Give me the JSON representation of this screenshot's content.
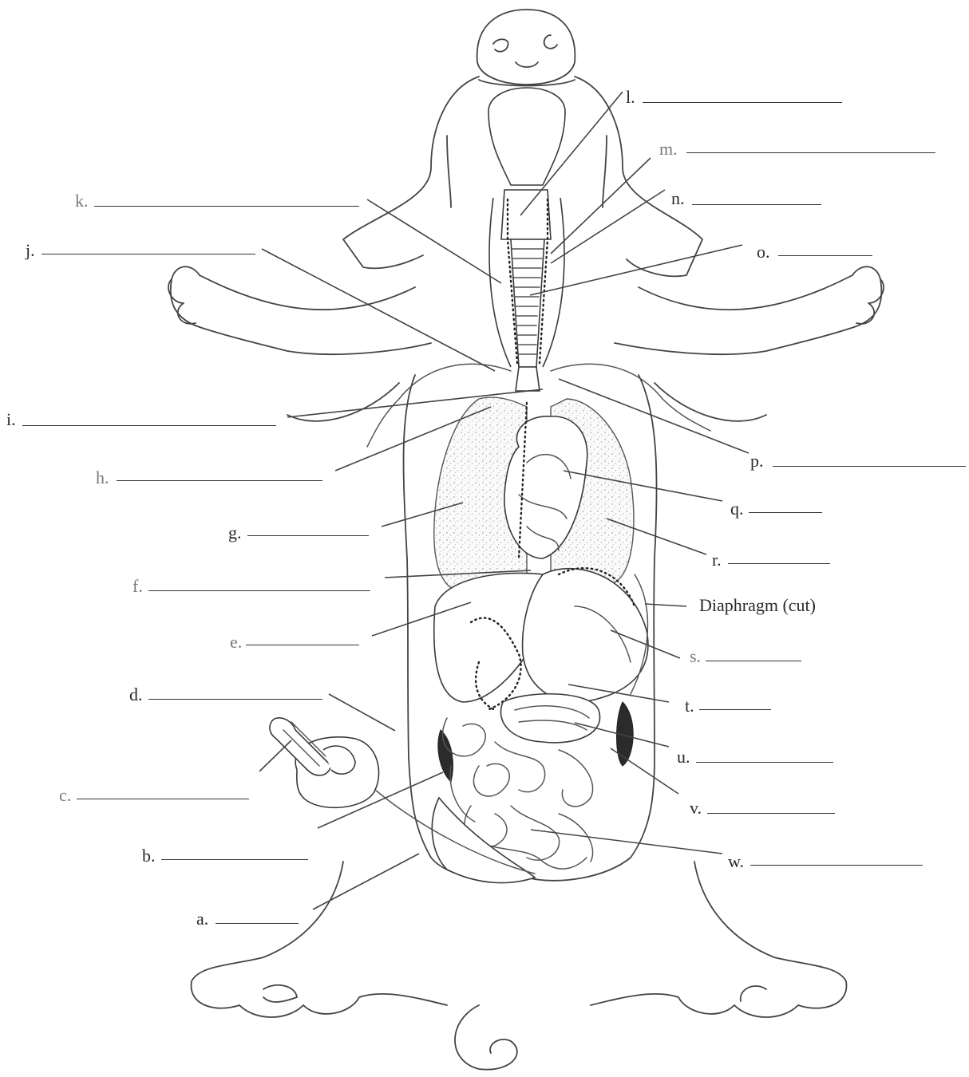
{
  "labels": {
    "a": "a.",
    "b": "b.",
    "c": "c.",
    "d": "d.",
    "e": "e.",
    "f": "f.",
    "g": "g.",
    "h": "h.",
    "i": "i.",
    "j": "j.",
    "k": "k.",
    "l": "l.",
    "m": "m.",
    "n": "n.",
    "o": "o.",
    "p": "p.",
    "q": "q.",
    "r": "r.",
    "s": "s.",
    "t": "t.",
    "u": "u.",
    "v": "v.",
    "w": "w."
  },
  "diaphragm_label": "Diaphragm (cut)"
}
